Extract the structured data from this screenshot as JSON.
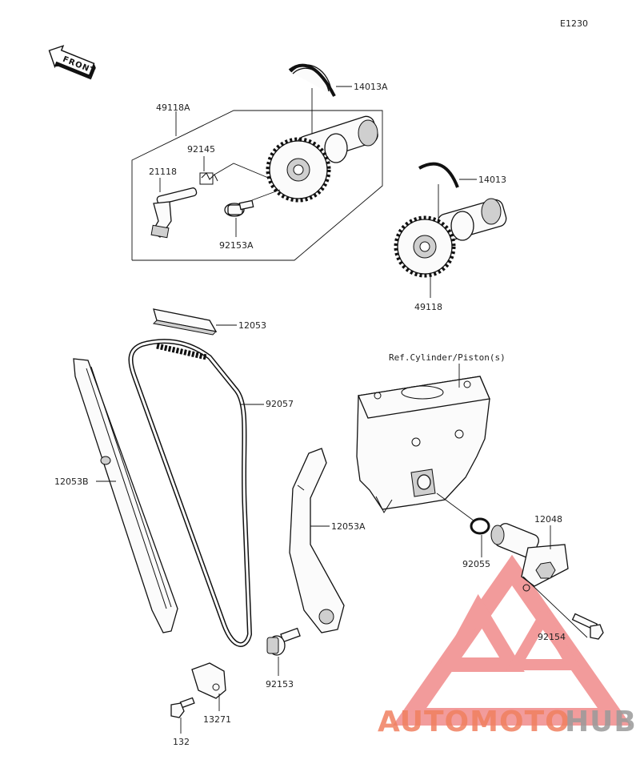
{
  "diagram": {
    "code": "E1230",
    "front_label": "FRONT",
    "reference": "Ref.Cylinder/Piston(s)",
    "parts": [
      {
        "id": "14013a",
        "label": "14013A"
      },
      {
        "id": "49118a",
        "label": "49118A"
      },
      {
        "id": "92145",
        "label": "92145"
      },
      {
        "id": "21118",
        "label": "21118"
      },
      {
        "id": "92153a",
        "label": "92153A"
      },
      {
        "id": "14013",
        "label": "14013"
      },
      {
        "id": "49118",
        "label": "49118"
      },
      {
        "id": "12053",
        "label": "12053"
      },
      {
        "id": "92057",
        "label": "92057"
      },
      {
        "id": "12053b",
        "label": "12053B"
      },
      {
        "id": "12053a",
        "label": "12053A"
      },
      {
        "id": "92055",
        "label": "92055"
      },
      {
        "id": "12048",
        "label": "12048"
      },
      {
        "id": "92154",
        "label": "92154"
      },
      {
        "id": "92153",
        "label": "92153"
      },
      {
        "id": "13271",
        "label": "13271"
      },
      {
        "id": "132",
        "label": "132"
      }
    ]
  },
  "watermark": {
    "part1": "AUTOMOTO",
    "part2": "HUB",
    "color_primary": "#f08060",
    "color_secondary": "#9a9a9a",
    "triangle_color": "#e84a4a"
  }
}
